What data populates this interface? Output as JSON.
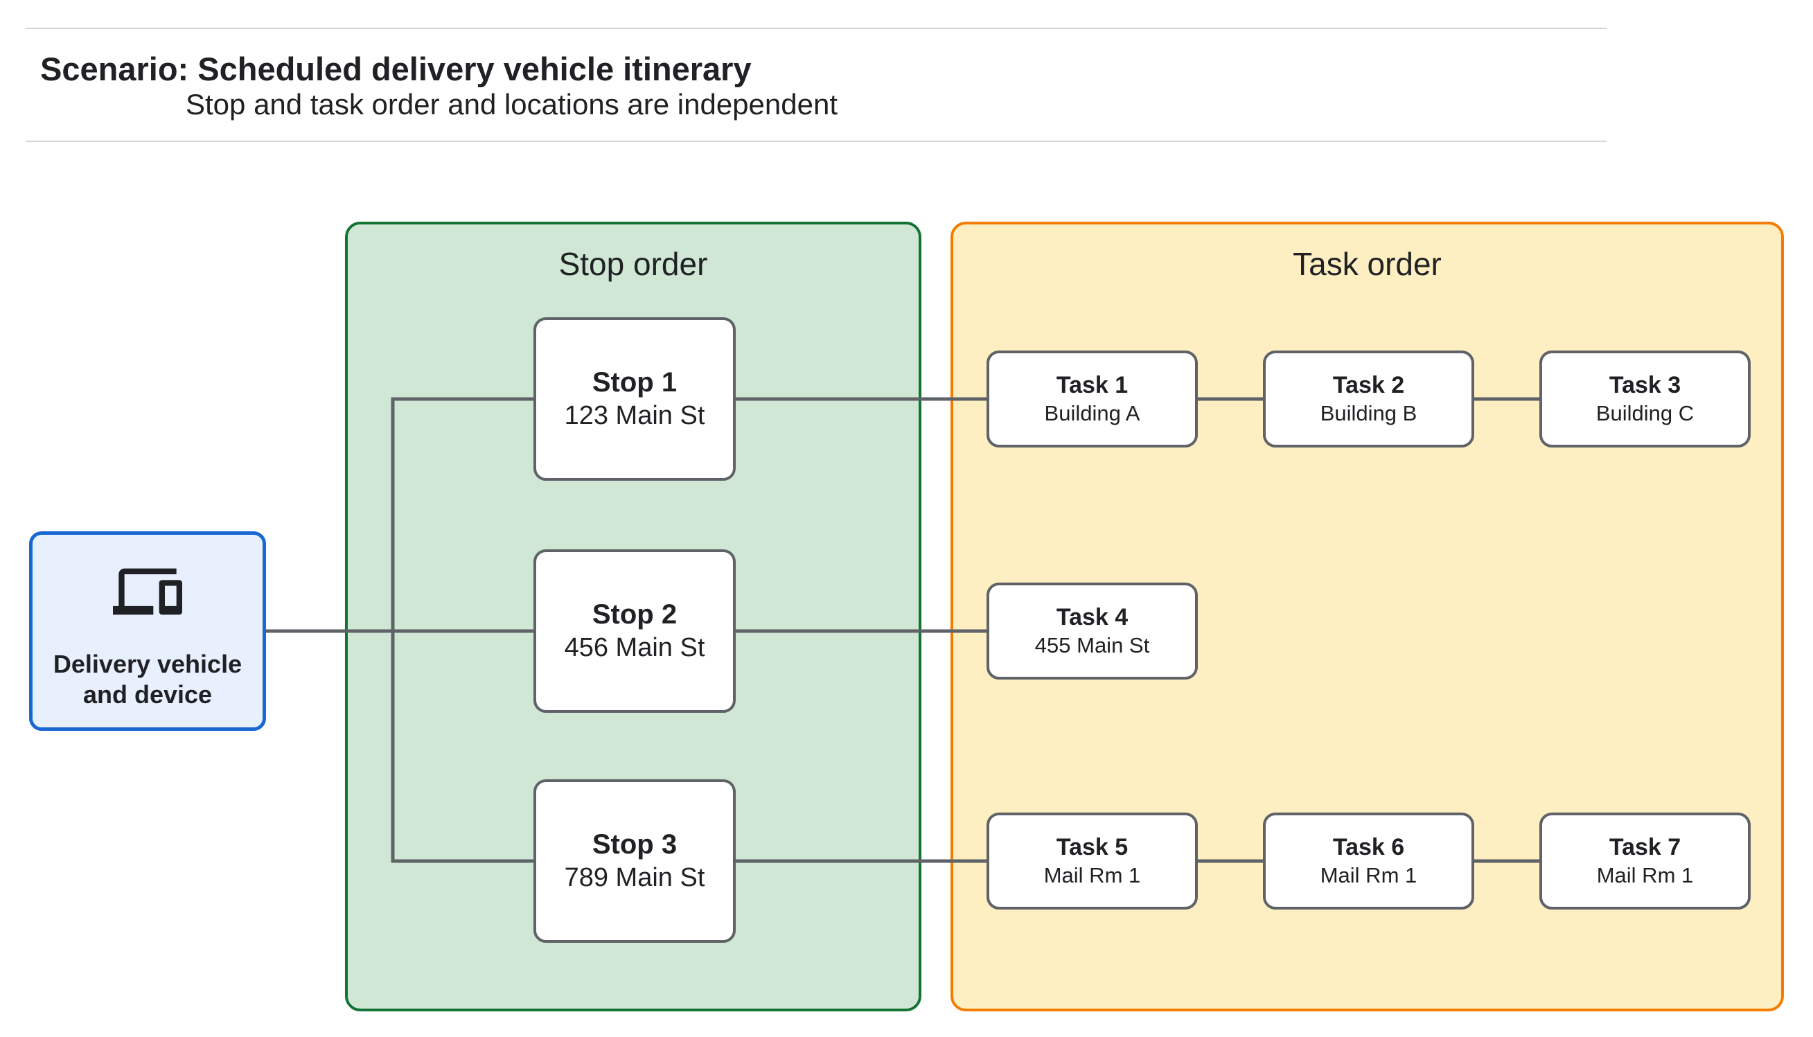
{
  "header": {
    "title": "Scenario: Scheduled delivery vehicle itinerary",
    "subtitle": "Stop and task order and locations are independent"
  },
  "vehicle": {
    "icon": "devices-icon",
    "label_lines": [
      "Delivery vehicle",
      "and device"
    ]
  },
  "panels": {
    "stop_order": {
      "title": "Stop order"
    },
    "task_order": {
      "title": "Task order"
    }
  },
  "stops": [
    {
      "id": "stop1",
      "label": "Stop 1",
      "sublabel": "123 Main St"
    },
    {
      "id": "stop2",
      "label": "Stop 2",
      "sublabel": "456 Main St"
    },
    {
      "id": "stop3",
      "label": "Stop 3",
      "sublabel": "789 Main St"
    }
  ],
  "tasks": [
    {
      "id": "task1",
      "label": "Task 1",
      "sublabel": "Building A"
    },
    {
      "id": "task2",
      "label": "Task 2",
      "sublabel": "Building B"
    },
    {
      "id": "task3",
      "label": "Task 3",
      "sublabel": "Building C"
    },
    {
      "id": "task4",
      "label": "Task 4",
      "sublabel": "455 Main St"
    },
    {
      "id": "task5",
      "label": "Task 5",
      "sublabel": "Mail Rm 1"
    },
    {
      "id": "task6",
      "label": "Task 6",
      "sublabel": "Mail Rm 1"
    },
    {
      "id": "task7",
      "label": "Task 7",
      "sublabel": "Mail Rm 1"
    }
  ],
  "edges": [
    {
      "from": "vehicle",
      "to": "stop1"
    },
    {
      "from": "vehicle",
      "to": "stop2"
    },
    {
      "from": "vehicle",
      "to": "stop3"
    },
    {
      "from": "stop1",
      "to": "task1"
    },
    {
      "from": "task1",
      "to": "task2"
    },
    {
      "from": "task2",
      "to": "task3"
    },
    {
      "from": "stop2",
      "to": "task4"
    },
    {
      "from": "stop3",
      "to": "task5"
    },
    {
      "from": "task5",
      "to": "task6"
    },
    {
      "from": "task6",
      "to": "task7"
    }
  ],
  "colors": {
    "vehicle_fill": "#e8f0fe",
    "vehicle_border": "#1967d2",
    "stop_panel_fill": "#cfe7d4",
    "stop_panel_border": "#137333",
    "task_panel_fill": "#feefc3",
    "task_panel_border": "#f57c00",
    "node_fill": "#ffffff",
    "node_border": "#5f6368",
    "connector": "#5f6368",
    "text": "#202124",
    "rule": "#d4d4d4"
  }
}
